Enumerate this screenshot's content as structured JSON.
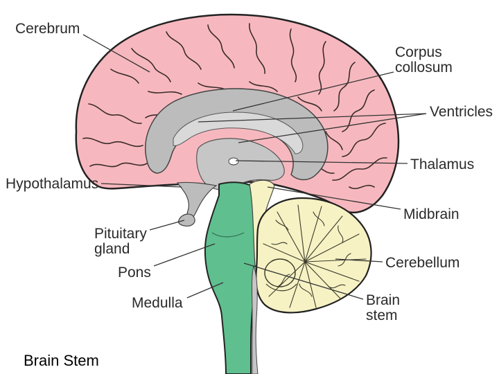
{
  "labels": {
    "cerebrum": "Cerebrum",
    "corpus_line1": "Corpus",
    "corpus_line2": "collosum",
    "ventricles": "Ventricles",
    "thalamus": "Thalamus",
    "hypothalamus": "Hypothalamus",
    "midbrain": "Midbrain",
    "pituitary_line1": "Pituitary",
    "pituitary_line2": "gland",
    "cerebellum": "Cerebellum",
    "pons": "Pons",
    "brainstem_line1": "Brain",
    "brainstem_line2": "stem",
    "medulla": "Medulla"
  },
  "caption": "Brain Stem",
  "colors": {
    "cerebrum": "#f6b8be",
    "gray_matter": "#bcbcbc",
    "ventricle": "#d9d9d9",
    "brainstem": "#5fbf8f",
    "cerebellum": "#f6f2c4",
    "outline": "#222222"
  }
}
